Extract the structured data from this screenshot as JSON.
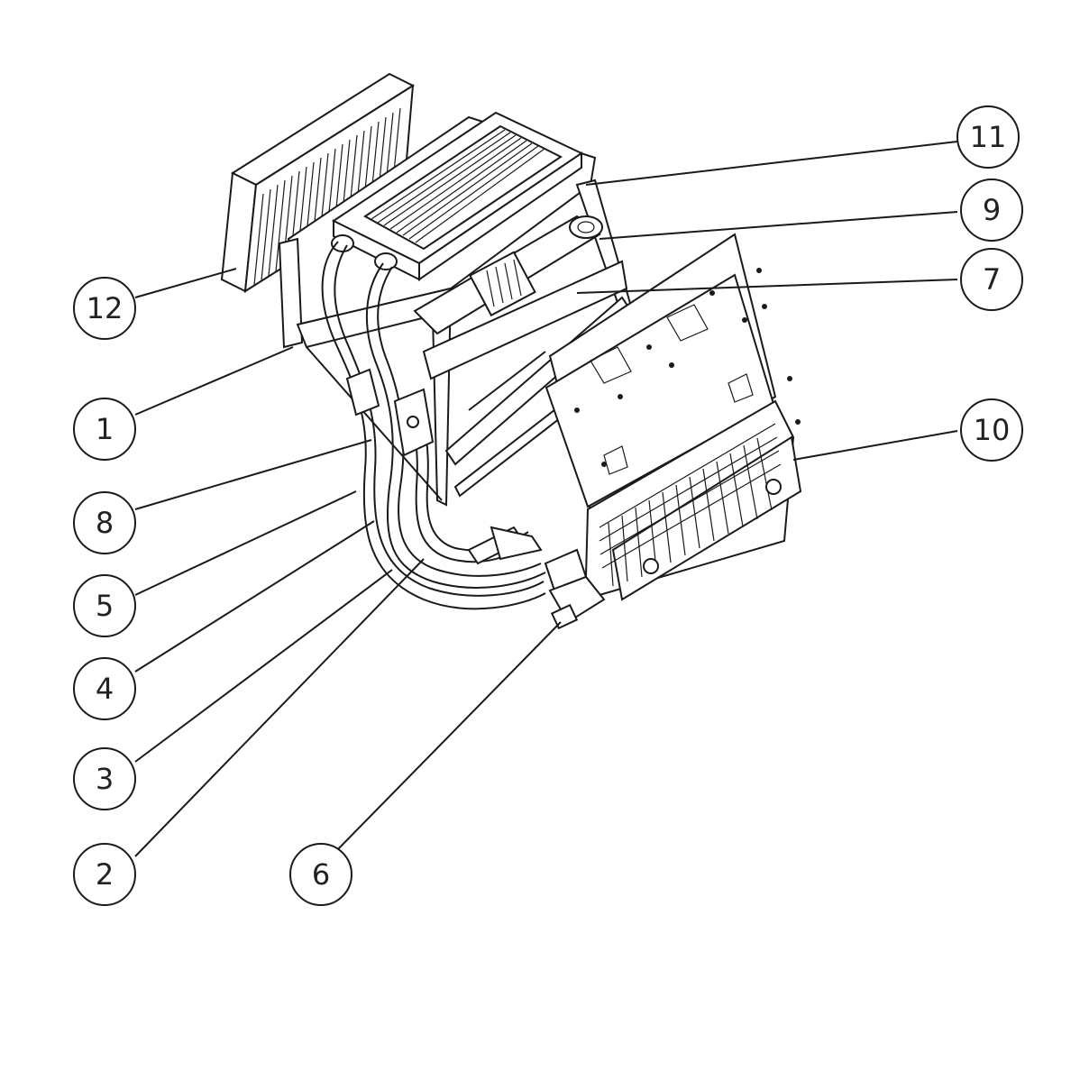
{
  "callouts": [
    {
      "id": "callout-11",
      "label": "11"
    },
    {
      "id": "callout-9",
      "label": "9"
    },
    {
      "id": "callout-7",
      "label": "7"
    },
    {
      "id": "callout-10",
      "label": "10"
    },
    {
      "id": "callout-12",
      "label": "12"
    },
    {
      "id": "callout-1",
      "label": "1"
    },
    {
      "id": "callout-8",
      "label": "8"
    },
    {
      "id": "callout-5",
      "label": "5"
    },
    {
      "id": "callout-4",
      "label": "4"
    },
    {
      "id": "callout-3",
      "label": "3"
    },
    {
      "id": "callout-2",
      "label": "2"
    },
    {
      "id": "callout-6",
      "label": "6"
    }
  ],
  "colors": {
    "line": "#1a1a1a",
    "background": "#ffffff"
  }
}
